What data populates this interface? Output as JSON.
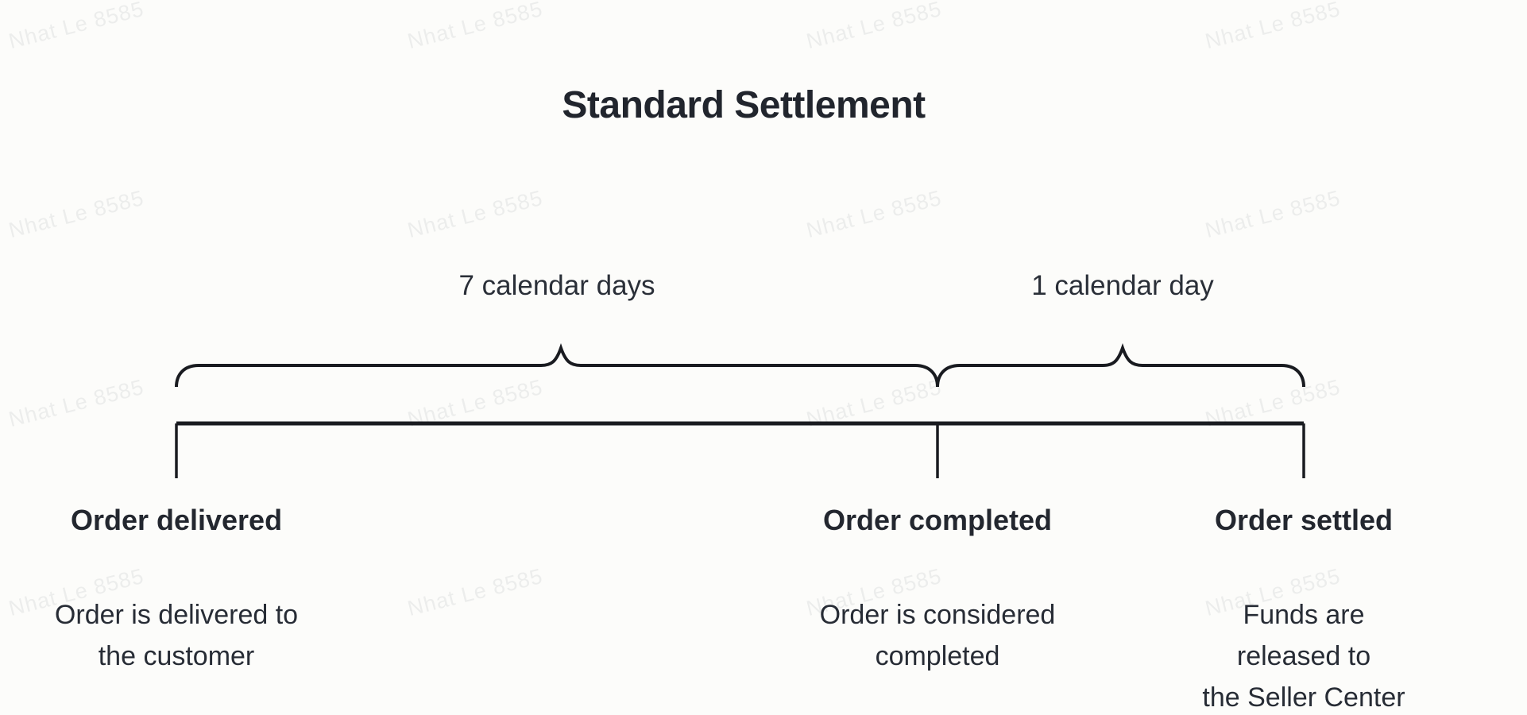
{
  "title": "Standard Settlement",
  "watermark": {
    "text": "Nhat Le 8585"
  },
  "colors": {
    "background": "#fcfcfa",
    "text": "#23272f",
    "line": "#191b20",
    "watermark": "rgba(55,62,75,0.08)"
  },
  "timeline": {
    "durations": [
      {
        "label": "7 calendar days"
      },
      {
        "label": "1 calendar day"
      }
    ],
    "milestones": [
      {
        "label": "Order delivered",
        "description": "Order is delivered to\nthe customer"
      },
      {
        "label": "Order completed",
        "description": "Order is considered\ncompleted"
      },
      {
        "label": "Order settled",
        "description": "Funds are released to\nthe Seller Center"
      }
    ]
  }
}
